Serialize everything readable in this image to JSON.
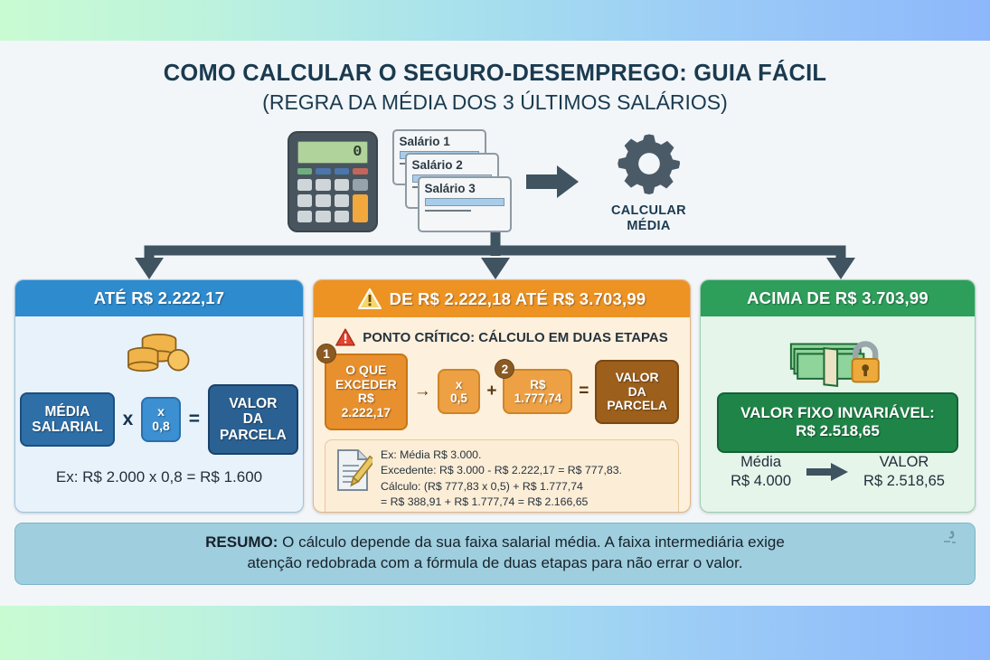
{
  "title": {
    "main": "COMO CALCULAR O SEGURO-DESEMPREGO: GUIA FÁCIL",
    "sub": "(REGRA DA MÉDIA DOS 3 ÚLTIMOS SALÁRIOS)"
  },
  "top_icons": {
    "calculator_display": "0",
    "slips": [
      "Salário 1",
      "Salário 2",
      "Salário 3"
    ],
    "gear_label_line1": "CALCULAR",
    "gear_label_line2": "MÉDIA"
  },
  "cards": {
    "low": {
      "header": "ATÉ R$ 2.222,17",
      "formula": {
        "term1": "MÉDIA\nSALARIAL",
        "term1_line1": "MÉDIA",
        "term1_line2": "SALARIAL",
        "op1": "x",
        "term2": "x 0,8",
        "op2": "=",
        "term3_line1": "VALOR DA",
        "term3_line2": "PARCELA"
      },
      "example": "Ex: R$ 2.000  x   0,8  =  R$ 1.600"
    },
    "mid": {
      "header": "DE R$ 2.222,18 ATÉ R$ 3.703,99",
      "critical": "PONTO CRÍTICO: CÁLCULO EM DUAS ETAPAS",
      "badge1": "1",
      "badge2": "2",
      "step1_line1": "O QUE",
      "step1_line2": "EXCEDER",
      "step1_line3": "R$ 2.222,17",
      "arrow": "→",
      "step2": "x 0,5",
      "plus": "+",
      "step3": "R$ 1.777,74",
      "equals": "=",
      "result_line1": "VALOR DA",
      "result_line2": "PARCELA",
      "example_lines": [
        "Ex: Média R$ 3.000.",
        "Excedente: R$ 3.000 - R$ 2.222,17 = R$ 777,83.",
        "Cálculo: (R$ 777,83 x 0,5) + R$ 1.777,74",
        "= R$ 388,91 + R$ 1.777,74 = R$ 2.166,65"
      ]
    },
    "high": {
      "header": "ACIMA DE R$ 3.703,99",
      "fixed_line1": "VALOR FIXO INVARIÁVEL:",
      "fixed_line2": "R$ 2.518,65",
      "flow_left_label": "Média",
      "flow_left_value": "R$ 4.000",
      "flow_right_label": "VALOR",
      "flow_right_value": "R$ 2.518,65"
    }
  },
  "summary": {
    "label": "RESUMO:",
    "text_line1": " O cálculo depende da sua faixa salarial média. A faixa intermediária exige",
    "text_line2": "atenção redobrada com a fórmula de duas etapas para não errar o valor."
  },
  "colors": {
    "blue_header": "#2e8bce",
    "orange_header": "#ed9324",
    "green_header": "#2e9e5b",
    "arrow_slate": "#3f5360",
    "summary_bg": "#9fcede"
  }
}
